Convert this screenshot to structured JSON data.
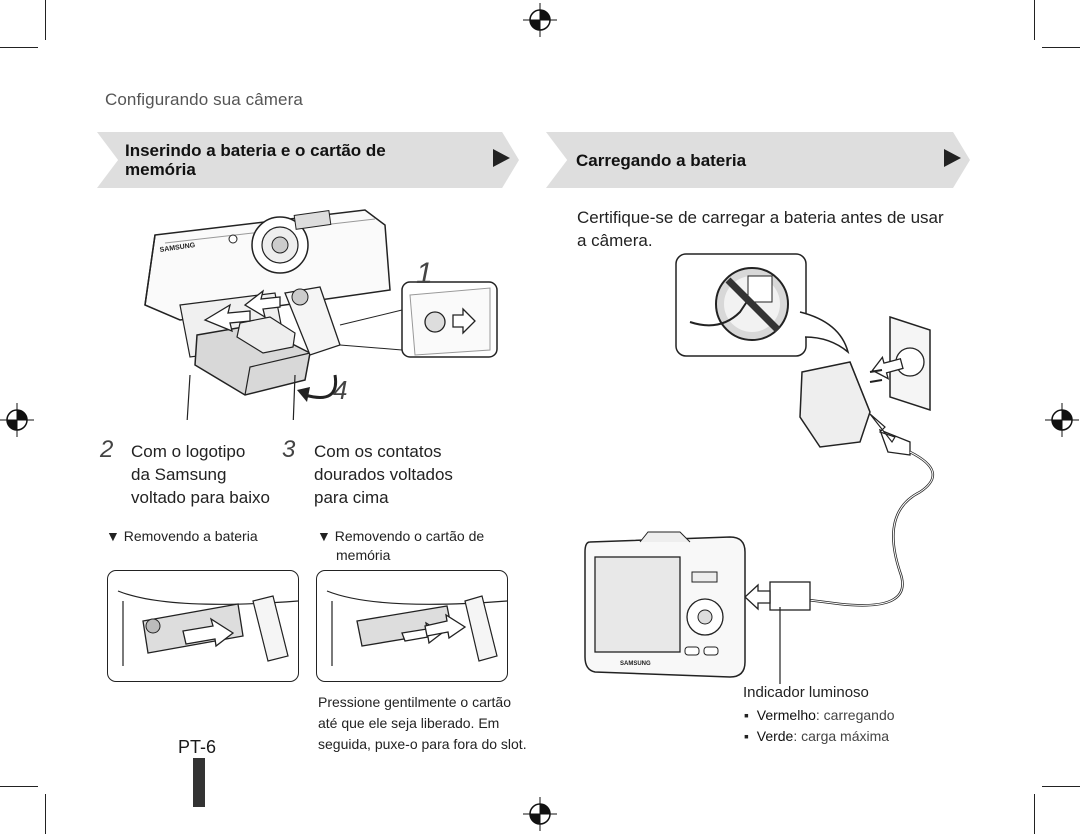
{
  "page": {
    "section_title": "Configurando sua câmera",
    "page_number": "PT-6"
  },
  "left": {
    "banner_title_line1": "Inserindo a bateria e o cartão de",
    "banner_title_line2": "memória",
    "step1": "1",
    "step4": "4",
    "step2_num": "2",
    "step2_lines": [
      "Com o logotipo",
      "da Samsung",
      "voltado para baixo"
    ],
    "step3_num": "3",
    "step3_lines": [
      "Com os contatos",
      "dourados voltados",
      "para cima"
    ],
    "remove_battery": "▼ Removendo a bateria",
    "remove_card_line1": "▼ Removendo o cartão de",
    "remove_card_line2": "memória",
    "press_note": [
      "Pressione gentilmente o cartão",
      "até que ele seja liberado. Em",
      "seguida, puxe-o para fora do slot."
    ],
    "camera_brand": "SAMSUNG"
  },
  "right": {
    "banner_title": "Carregando a bateria",
    "intro_lines": [
      "Certifique-se de carregar a bateria antes de usar",
      "a câmera."
    ],
    "indicator_title": "Indicador luminoso",
    "red_label": "Vermelho",
    "red_desc": ": carregando",
    "green_label": "Verde",
    "green_desc": ": carga máxima",
    "camera_brand": "SAMSUNG"
  },
  "colors": {
    "banner_bg": "#dedede",
    "text": "#1a1a1a",
    "muted": "#555555"
  }
}
